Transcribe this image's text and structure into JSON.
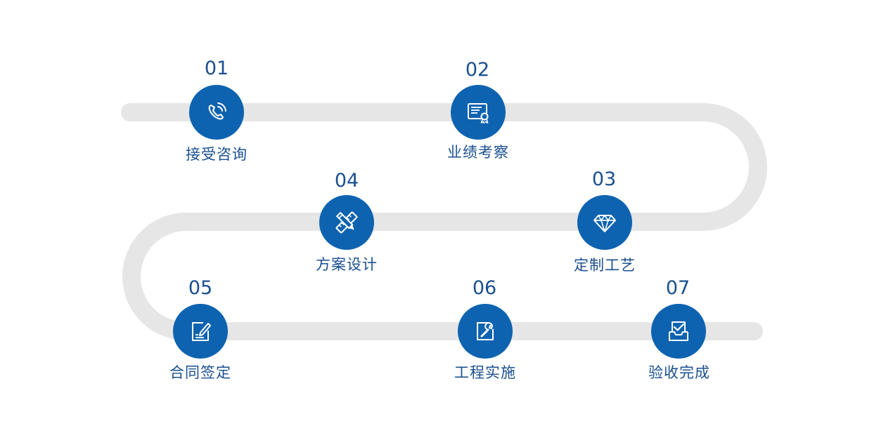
{
  "colors": {
    "track": "#e6e6e6",
    "circle": "#0e63b0",
    "text": "#1a4f8f"
  },
  "steps": [
    {
      "number": "01",
      "label": "接受咨询",
      "icon": "phone-icon"
    },
    {
      "number": "02",
      "label": "业绩考察",
      "icon": "certificate-icon"
    },
    {
      "number": "03",
      "label": "定制工艺",
      "icon": "diamond-icon"
    },
    {
      "number": "04",
      "label": "方案设计",
      "icon": "ruler-pencil-icon"
    },
    {
      "number": "05",
      "label": "合同签定",
      "icon": "contract-edit-icon"
    },
    {
      "number": "06",
      "label": "工程实施",
      "icon": "wrench-edit-icon"
    },
    {
      "number": "07",
      "label": "验收完成",
      "icon": "inbox-check-icon"
    }
  ]
}
